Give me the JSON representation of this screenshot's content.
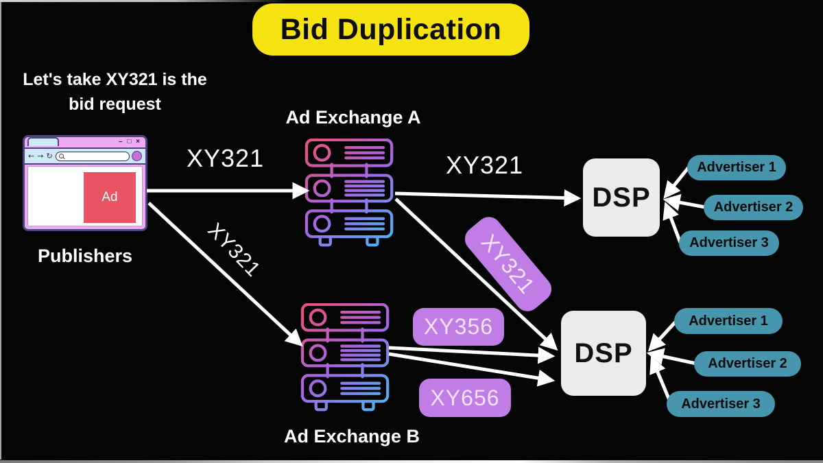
{
  "title": "Bid Duplication",
  "note_line1": "Let's take XY321 is the",
  "note_line2": "bid request",
  "publisher": {
    "label": "Publishers",
    "ad_text": "Ad",
    "window_controls": "– □ ×",
    "toolbar_icons": {
      "back": "←",
      "forward": "→",
      "reload": "↻"
    }
  },
  "exchanges": {
    "a_label": "Ad Exchange A",
    "b_label": "Ad Exchange B"
  },
  "bid_labels": {
    "pub_to_a": "XY321",
    "pub_to_b": "XY321",
    "a_to_dsp_top": "XY321",
    "a_to_dsp_bottom": "XY321",
    "b_to_dsp_1": "XY356",
    "b_to_dsp_2": "XY656"
  },
  "dsp_top": {
    "label": "DSP",
    "advertisers": [
      "Advertiser 1",
      "Advertiser 2",
      "Advertiser 3"
    ]
  },
  "dsp_bottom": {
    "label": "DSP",
    "advertisers": [
      "Advertiser 1",
      "Advertiser 2",
      "Advertiser 3"
    ]
  },
  "colors": {
    "background": "#050505",
    "title_bg": "#f6e312",
    "title_text": "#0d0d0d",
    "accent_purple": "#c07de6",
    "advertiser_teal": "#4796ae",
    "dsp_bg": "#ebebeb",
    "ad_red": "#e85463",
    "browser_pink": "#eeabf2",
    "browser_blue": "#cfe9f9",
    "browser_border": "#4a4580",
    "arrow": "#ffffff",
    "server_gradient": [
      "#ef4f72",
      "#a466e8",
      "#3fc0f0"
    ]
  }
}
